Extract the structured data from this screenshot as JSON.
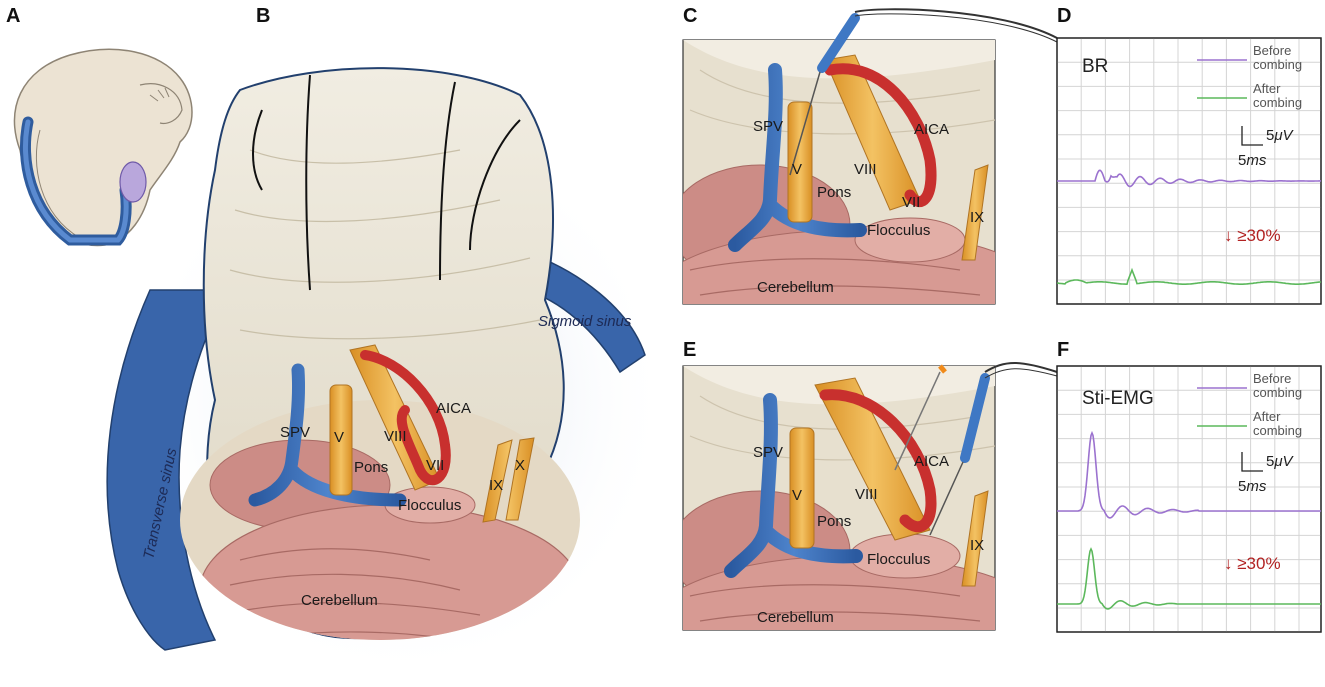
{
  "panel_labels": {
    "a": "A",
    "b": "B",
    "c": "C",
    "d": "D",
    "e": "E",
    "f": "F"
  },
  "panel_b": {
    "transverse_sinus": "Transverse sinus",
    "sigmoid_sinus": "Sigmoid sinus",
    "spv": "SPV",
    "v": "V",
    "viii": "VIII",
    "vii": "VII",
    "aica": "AICA",
    "pons": "Pons",
    "flocculus": "Flocculus",
    "ix": "IX",
    "x": "X",
    "cerebellum": "Cerebellum"
  },
  "panel_c": {
    "spv": "SPV",
    "v": "V",
    "viii": "VIII",
    "vii": "VII",
    "aica": "AICA",
    "pons": "Pons",
    "flocculus": "Flocculus",
    "ix": "IX",
    "cerebellum": "Cerebellum"
  },
  "panel_e": {
    "spv": "SPV",
    "v": "V",
    "viii": "VIII",
    "aica": "AICA",
    "pons": "Pons",
    "flocculus": "Flocculus",
    "ix": "IX",
    "cerebellum": "Cerebellum"
  },
  "panel_d": {
    "title": "BR",
    "legend_before": [
      "Before",
      "combing"
    ],
    "legend_after": [
      "After",
      "combing"
    ],
    "scale_v_num": "5",
    "scale_v_unit": "μV",
    "scale_t_num": "5",
    "scale_t_unit": "ms",
    "reduction": "↓ ≥30%"
  },
  "panel_f": {
    "title": "Sti-EMG",
    "legend_before": [
      "Before",
      "combing"
    ],
    "legend_after": [
      "After",
      "combing"
    ],
    "scale_v_num": "5",
    "scale_v_unit": "μV",
    "scale_t_num": "5",
    "scale_t_unit": "ms",
    "reduction": "↓ ≥30%"
  },
  "colors": {
    "before": "#9b72cf",
    "after": "#5cb85c",
    "vein": "#3f6fb8",
    "artery": "#c8302e",
    "nerve": "#e8a93a",
    "tissue": "#ebe6d8",
    "cerebellum": "#d79a93",
    "warn": "#b22222"
  }
}
